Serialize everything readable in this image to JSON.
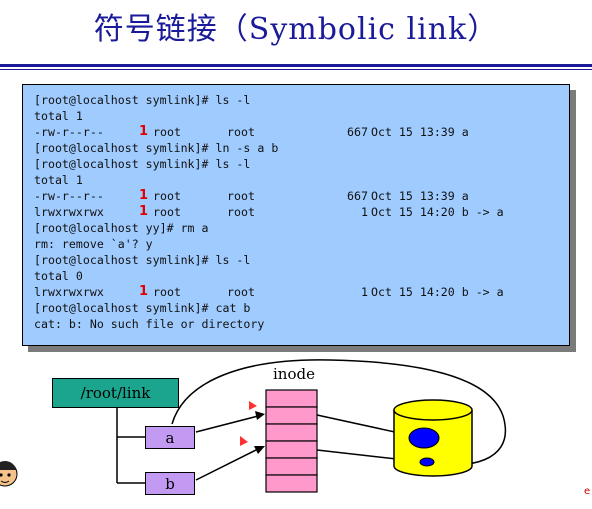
{
  "slide": {
    "title": "符号链接（Symbolic link）"
  },
  "terminal": {
    "lines": [
      {
        "type": "text",
        "text": "[root@localhost symlink]# ls -l"
      },
      {
        "type": "text",
        "text": "total 1"
      },
      {
        "type": "entry",
        "perm": "-rw-r--r--",
        "links": "1",
        "owner": "root",
        "group": "root",
        "size": "667",
        "date": "Oct 15 13:39 a"
      },
      {
        "type": "text",
        "text": "[root@localhost symlink]# ln -s a b"
      },
      {
        "type": "text",
        "text": "[root@localhost symlink]# ls -l"
      },
      {
        "type": "text",
        "text": "total 1"
      },
      {
        "type": "entry",
        "perm": "-rw-r--r--",
        "links": "1",
        "owner": "root",
        "group": "root",
        "size": "667",
        "date": "Oct 15 13:39 a"
      },
      {
        "type": "entry",
        "perm": "lrwxrwxrwx",
        "links": "1",
        "owner": "root",
        "group": "root",
        "size": "1",
        "date": "Oct 15 14:20 b -> a"
      },
      {
        "type": "text",
        "text": "[root@localhost yy]# rm a"
      },
      {
        "type": "text",
        "text": "rm: remove `a'? y"
      },
      {
        "type": "text",
        "text": "[root@localhost symlink]# ls -l"
      },
      {
        "type": "text",
        "text": "total 0"
      },
      {
        "type": "entry",
        "perm": "lrwxrwxrwx",
        "links": "1",
        "owner": "root",
        "group": "root",
        "size": "1",
        "date": "Oct 15 14:20 b -> a"
      },
      {
        "type": "text",
        "text": "[root@localhost symlink]# cat b"
      },
      {
        "type": "text",
        "text": "cat: b: No such file or directory"
      }
    ]
  },
  "diagram": {
    "root_label": "/root/link",
    "file_a_label": "a",
    "file_b_label": "b",
    "inode_label": "inode",
    "colors": {
      "root_box": "#1ba58f",
      "file_box": "#c29af2",
      "inode_cell": "#ff99cc",
      "disk": "#ffff00",
      "block": "#0000ff",
      "arrow_red": "#ff3030",
      "link_count": "#e00000"
    }
  },
  "corner_text": "e"
}
